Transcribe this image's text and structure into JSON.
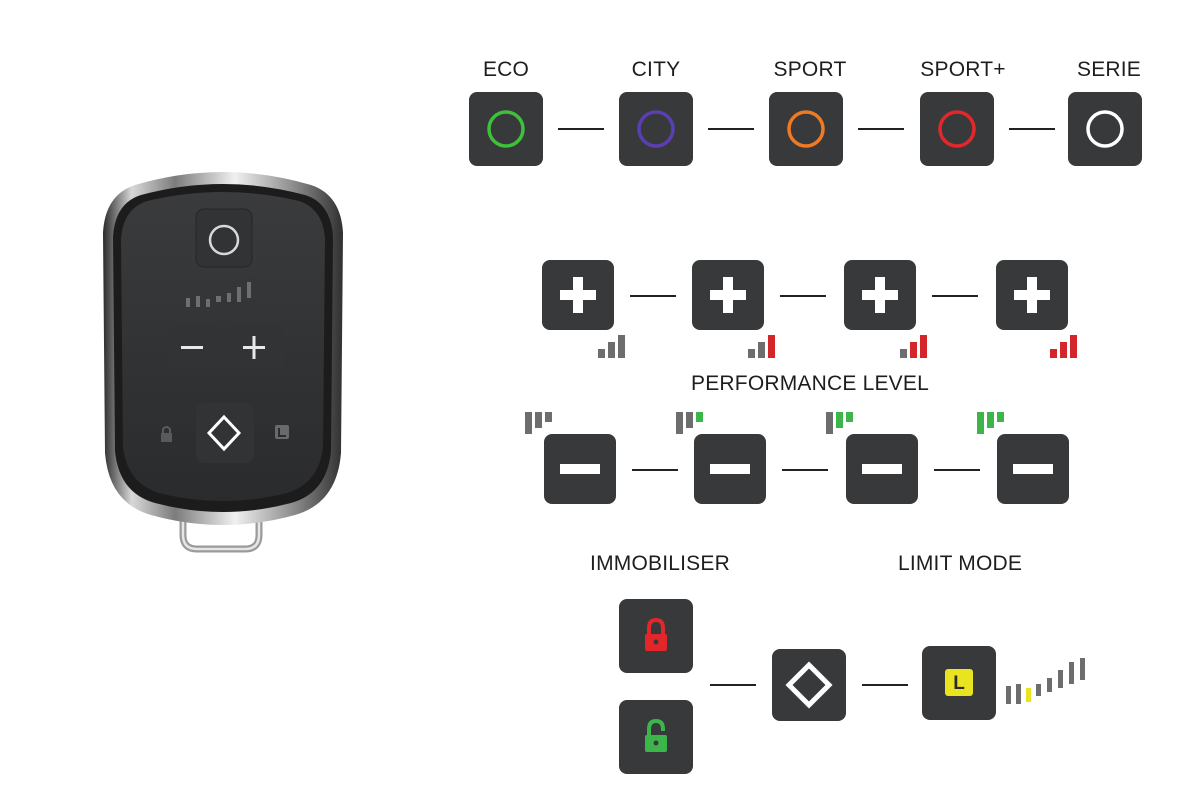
{
  "modes": [
    {
      "label": "ECO",
      "color": "#3fc03a"
    },
    {
      "label": "CITY",
      "color": "#5a3fb2"
    },
    {
      "label": "SPORT",
      "color": "#ef7a22"
    },
    {
      "label": "SPORT+",
      "color": "#e4282a"
    },
    {
      "label": "SERIE",
      "color": "#ffffff"
    }
  ],
  "performance": {
    "title": "PERFORMANCE LEVEL",
    "plus_red_bars": [
      0,
      1,
      2,
      3
    ],
    "minus_green_bars": [
      0,
      1,
      2,
      3
    ]
  },
  "immobiliser": {
    "label": "IMMOBILISER",
    "locked_color": "#e3262a",
    "unlocked_color": "#3cb64a"
  },
  "limit_mode": {
    "label": "LIMIT MODE",
    "badge": "L",
    "badge_color": "#eae31f"
  },
  "colors": {
    "tile": "#37393b",
    "bar_gray": "#6d6d6d",
    "bar_red": "#d4262a",
    "bar_green": "#3cb64a",
    "bar_yellow": "#eae31f"
  }
}
